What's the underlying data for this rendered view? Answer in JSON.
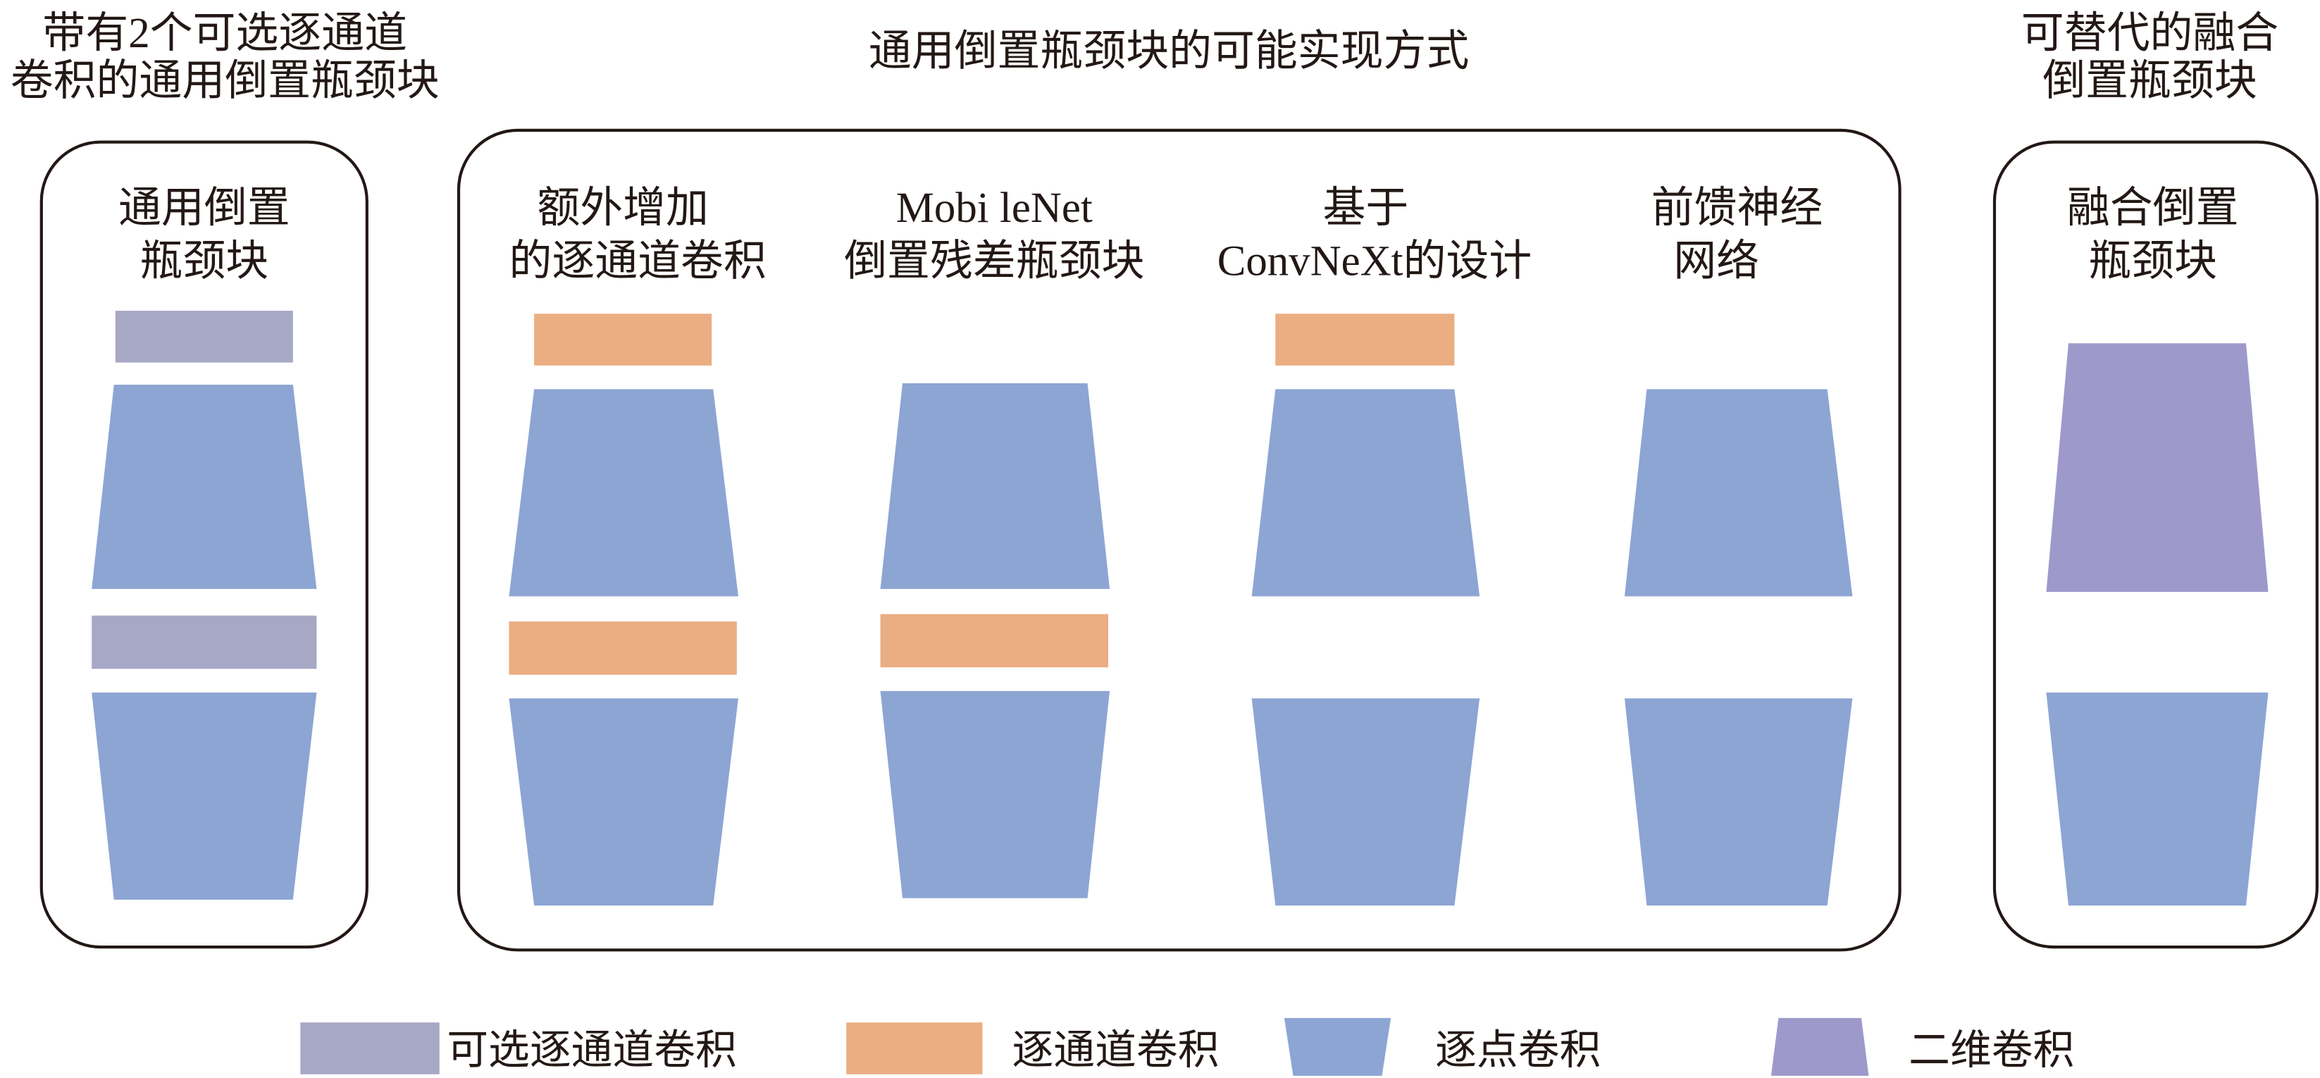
{
  "colors": {
    "optional_depthwise": "#A7A8C6",
    "depthwise": "#EBAD82",
    "pointwise": "#8CA5D3",
    "conv2d": "#9E99CB"
  },
  "left_group": {
    "title": [
      "带有2个可选逐通道",
      "卷积的通用倒置瓶颈块"
    ],
    "block_label": [
      "通用倒置",
      "瓶颈块"
    ]
  },
  "middle_group": {
    "title": "通用倒置瓶颈块的可能实现方式",
    "variants": [
      {
        "label": [
          "额外增加",
          "的逐通道卷积"
        ]
      },
      {
        "label": [
          "Mobi leNet",
          "倒置残差瓶颈块"
        ]
      },
      {
        "label": [
          "基于",
          "ConvNeXt的设计"
        ]
      },
      {
        "label": [
          "前馈神经",
          "网络"
        ]
      }
    ]
  },
  "right_group": {
    "title": [
      "可替代的融合",
      "倒置瓶颈块"
    ],
    "block_label": [
      "融合倒置",
      "瓶颈块"
    ]
  },
  "legend": [
    {
      "label": "可选逐通道卷积"
    },
    {
      "label": "逐通道卷积"
    },
    {
      "label": "逐点卷积"
    },
    {
      "label": "二维卷积"
    }
  ]
}
